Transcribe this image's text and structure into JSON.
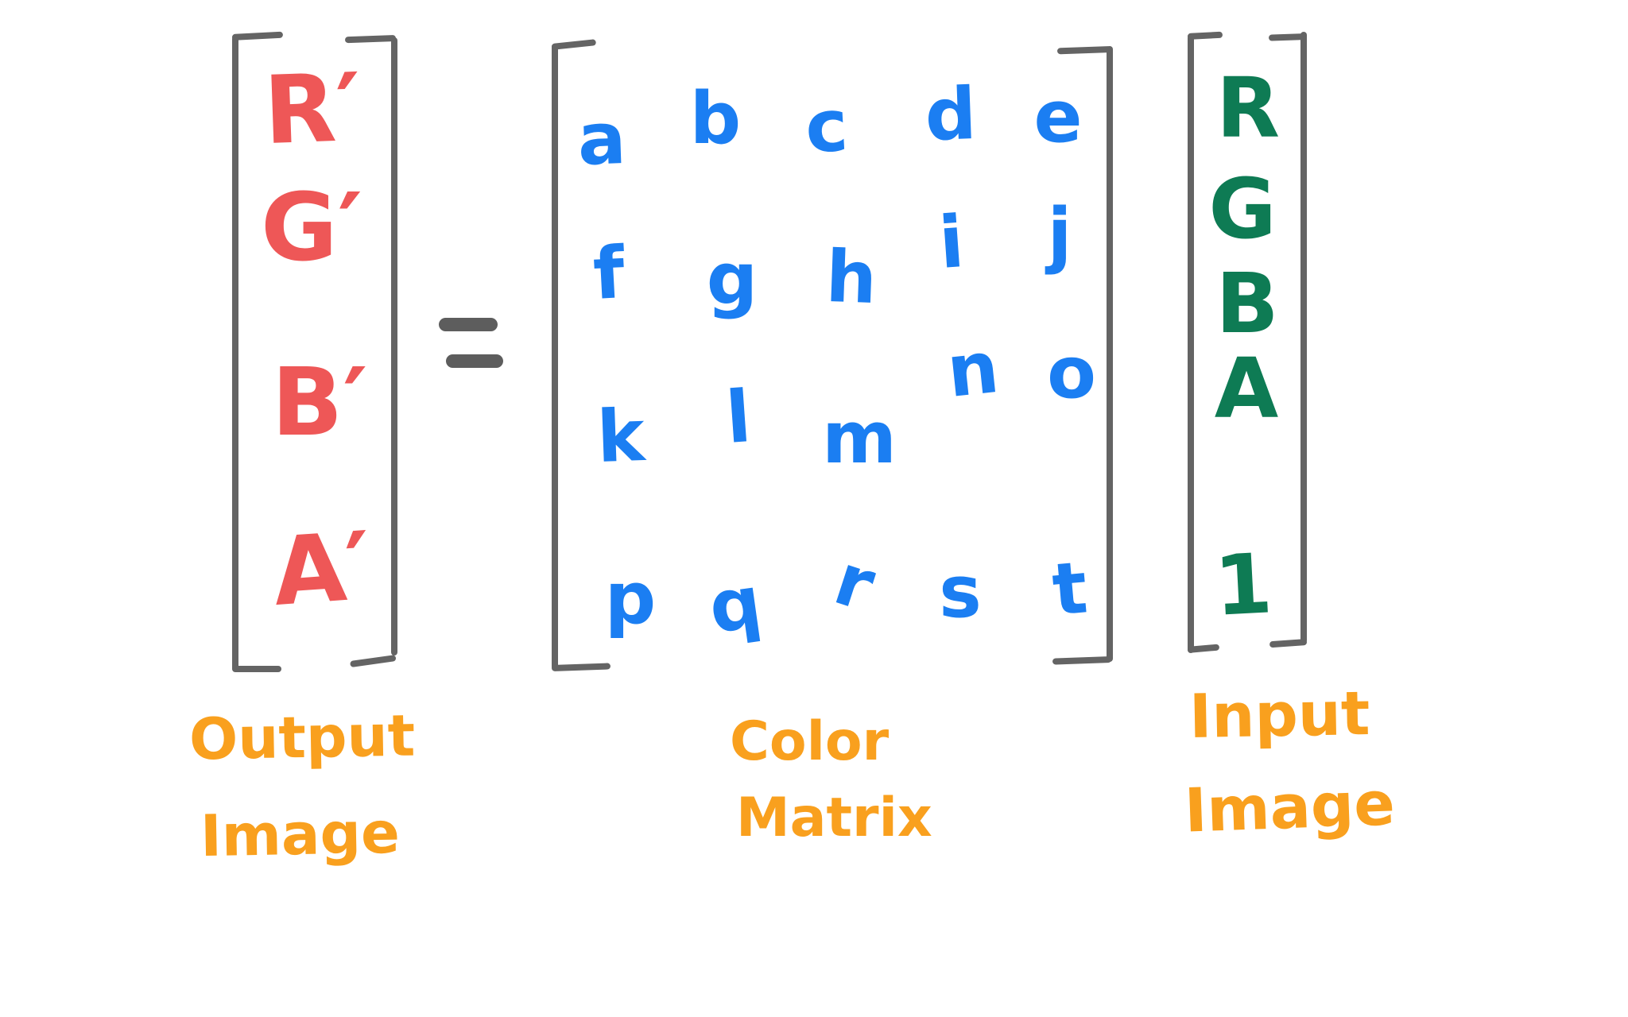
{
  "equation": {
    "output_vector": {
      "entries": [
        "R′",
        "G′",
        "B′",
        "A′"
      ],
      "label_lines": [
        "Output",
        "Image"
      ],
      "label": "Output Image",
      "color": "#ee5757"
    },
    "equals_symbol": "=",
    "color_matrix": {
      "rows": [
        [
          "a",
          "b",
          "c",
          "d",
          "e"
        ],
        [
          "f",
          "g",
          "h",
          "i",
          "j"
        ],
        [
          "k",
          "l",
          "m",
          "n",
          "o"
        ],
        [
          "p",
          "q",
          "r",
          "s",
          "t"
        ]
      ],
      "label_lines": [
        "Color",
        "Matrix"
      ],
      "label": "Color Matrix",
      "color": "#1b7ef2"
    },
    "input_vector": {
      "entries": [
        "R",
        "G",
        "B",
        "A",
        "1"
      ],
      "label_lines": [
        "Input",
        "Image"
      ],
      "label": "Input Image",
      "color": "#0e7b54"
    },
    "label_color": "#f9a01e",
    "bracket_color": "#646464"
  }
}
